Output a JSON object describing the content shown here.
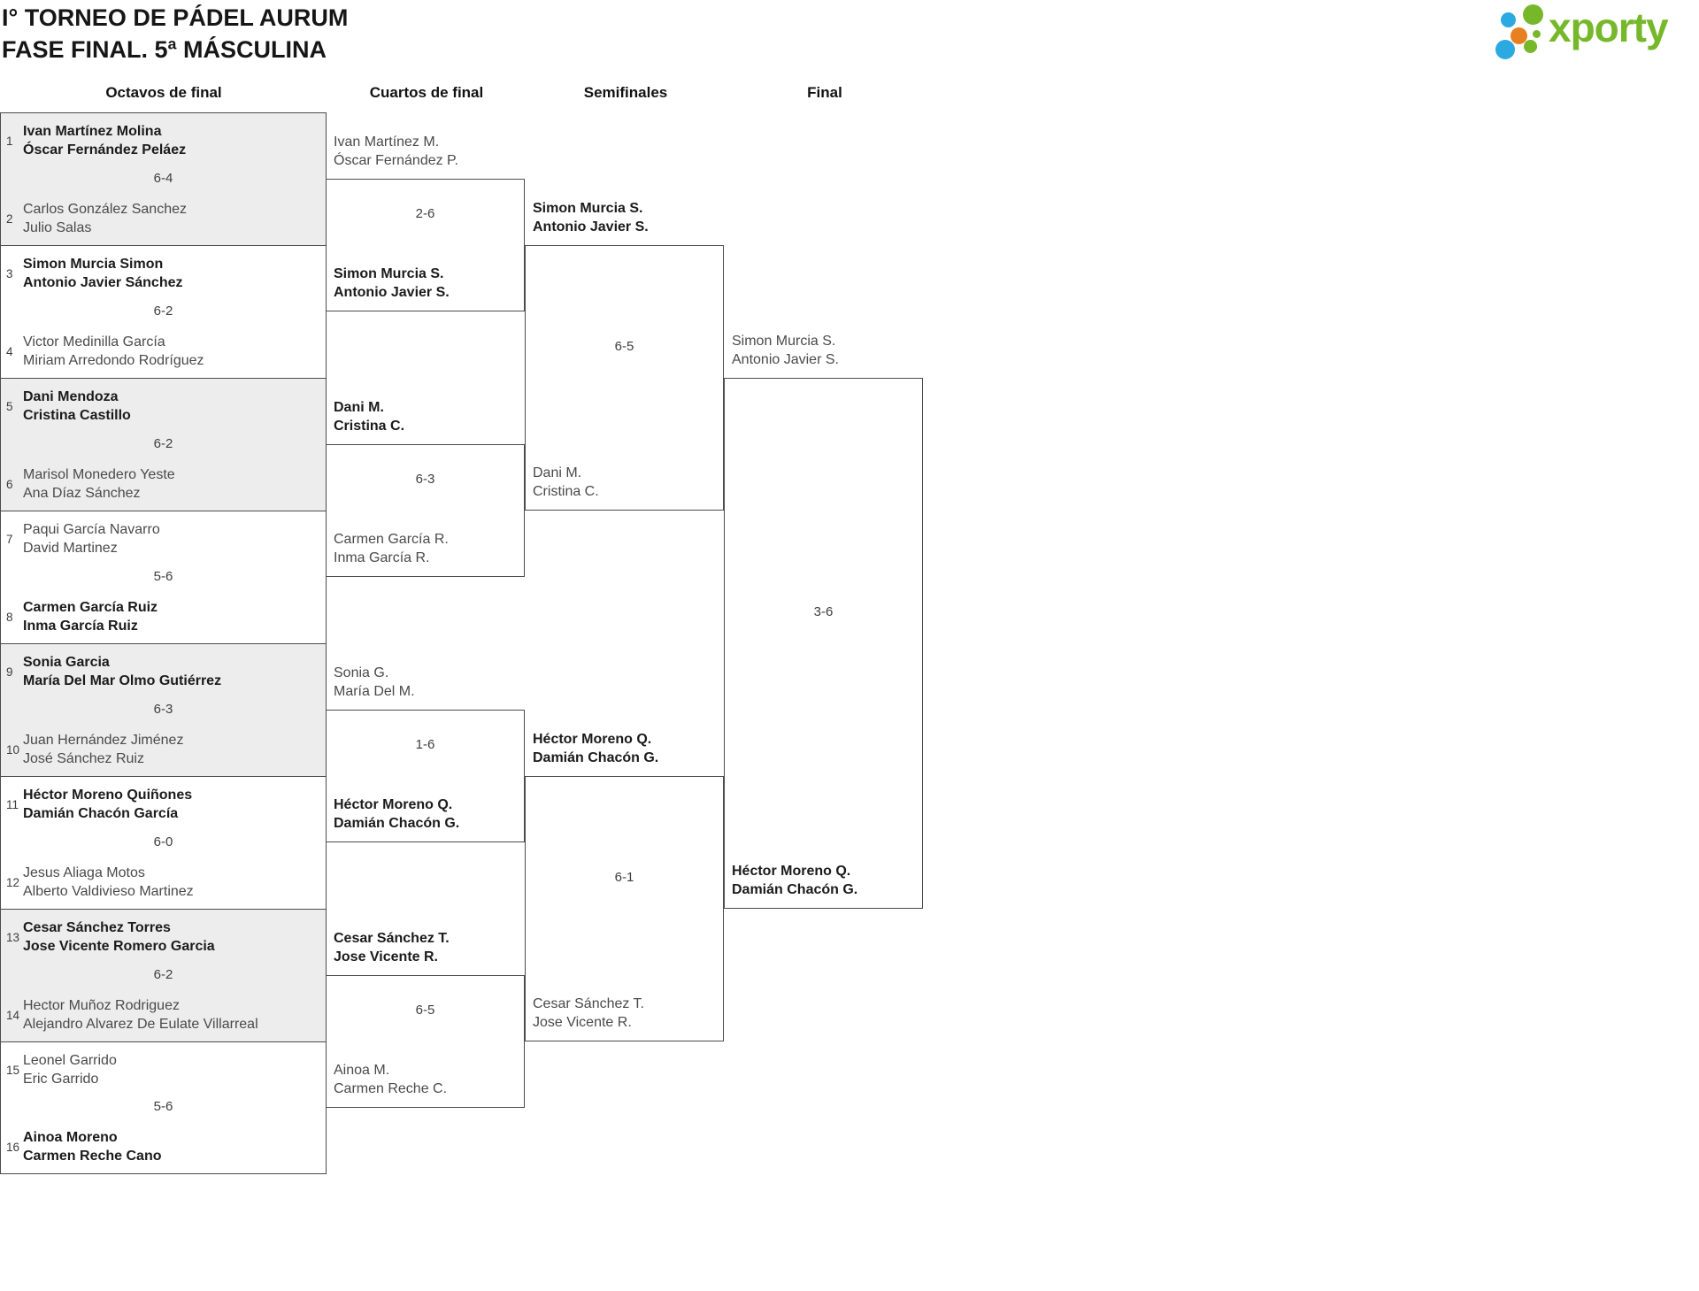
{
  "header": {
    "title_line1": "I° TORNEO DE PÁDEL AURUM",
    "title_line2": "FASE FINAL. 5ª MÁSCULINA"
  },
  "logo": {
    "text": "xporty",
    "colors": {
      "green": "#76b82a",
      "blue": "#2ba9e1",
      "orange": "#e8801f"
    }
  },
  "columns": [
    {
      "label": "Octavos de final"
    },
    {
      "label": "Cuartos de final"
    },
    {
      "label": "Semifinales"
    },
    {
      "label": "Final"
    }
  ],
  "bracket": {
    "round16": [
      {
        "shaded": true,
        "score": "6-4",
        "top": {
          "seed": "1",
          "players": [
            "Ivan Martínez Molina",
            "Óscar Fernández Peláez"
          ],
          "winner": true
        },
        "bottom": {
          "seed": "2",
          "players": [
            "Carlos González Sanchez",
            "Julio Salas"
          ],
          "winner": false
        }
      },
      {
        "shaded": false,
        "score": "6-2",
        "top": {
          "seed": "3",
          "players": [
            "Simon Murcia Simon",
            "Antonio Javier Sánchez"
          ],
          "winner": true
        },
        "bottom": {
          "seed": "4",
          "players": [
            "Victor Medinilla García",
            "Miriam Arredondo Rodríguez"
          ],
          "winner": false
        }
      },
      {
        "shaded": true,
        "score": "6-2",
        "top": {
          "seed": "5",
          "players": [
            "Dani Mendoza",
            "Cristina Castillo"
          ],
          "winner": true
        },
        "bottom": {
          "seed": "6",
          "players": [
            "Marisol Monedero Yeste",
            "Ana Díaz Sánchez"
          ],
          "winner": false
        }
      },
      {
        "shaded": false,
        "score": "5-6",
        "top": {
          "seed": "7",
          "players": [
            "Paqui García Navarro",
            "David Martinez"
          ],
          "winner": false
        },
        "bottom": {
          "seed": "8",
          "players": [
            "Carmen García Ruiz",
            "Inma García Ruiz"
          ],
          "winner": true
        }
      },
      {
        "shaded": true,
        "score": "6-3",
        "top": {
          "seed": "9",
          "players": [
            "Sonia Garcia",
            "María Del Mar Olmo Gutiérrez"
          ],
          "winner": true
        },
        "bottom": {
          "seed": "10",
          "players": [
            "Juan Hernández Jiménez",
            "José Sánchez Ruiz"
          ],
          "winner": false
        }
      },
      {
        "shaded": false,
        "score": "6-0",
        "top": {
          "seed": "11",
          "players": [
            "Héctor Moreno Quiñones",
            "Damián Chacón García"
          ],
          "winner": true
        },
        "bottom": {
          "seed": "12",
          "players": [
            "Jesus Aliaga Motos",
            "Alberto Valdivieso Martinez"
          ],
          "winner": false
        }
      },
      {
        "shaded": true,
        "score": "6-2",
        "top": {
          "seed": "13",
          "players": [
            "Cesar Sánchez Torres",
            "Jose Vicente Romero Garcia"
          ],
          "winner": true
        },
        "bottom": {
          "seed": "14",
          "players": [
            "Hector Muñoz Rodriguez",
            "Alejandro Alvarez De Eulate Villarreal"
          ],
          "winner": false
        }
      },
      {
        "shaded": false,
        "score": "5-6",
        "top": {
          "seed": "15",
          "players": [
            "Leonel Garrido",
            "Eric Garrido"
          ],
          "winner": false
        },
        "bottom": {
          "seed": "16",
          "players": [
            "Ainoa Moreno",
            "Carmen Reche Cano"
          ],
          "winner": true
        }
      }
    ],
    "quarterfinals": [
      {
        "score": "2-6",
        "top": {
          "players": [
            "Ivan Martínez M.",
            "Óscar Fernández P."
          ],
          "winner": false
        },
        "bottom": {
          "players": [
            "Simon Murcia S.",
            "Antonio Javier S."
          ],
          "winner": true
        }
      },
      {
        "score": "6-3",
        "top": {
          "players": [
            "Dani M.",
            "Cristina C."
          ],
          "winner": true
        },
        "bottom": {
          "players": [
            "Carmen García R.",
            "Inma García R."
          ],
          "winner": false
        }
      },
      {
        "score": "1-6",
        "top": {
          "players": [
            "Sonia G.",
            "María Del M."
          ],
          "winner": false
        },
        "bottom": {
          "players": [
            "Héctor Moreno Q.",
            "Damián Chacón G."
          ],
          "winner": true
        }
      },
      {
        "score": "6-5",
        "top": {
          "players": [
            "Cesar Sánchez T.",
            "Jose Vicente R."
          ],
          "winner": true
        },
        "bottom": {
          "players": [
            "Ainoa M.",
            "Carmen Reche C."
          ],
          "winner": false
        }
      }
    ],
    "semifinals": [
      {
        "score": "6-5",
        "top": {
          "players": [
            "Simon Murcia S.",
            "Antonio Javier S."
          ],
          "winner": true
        },
        "bottom": {
          "players": [
            "Dani M.",
            "Cristina C."
          ],
          "winner": false
        }
      },
      {
        "score": "6-1",
        "top": {
          "players": [
            "Héctor Moreno Q.",
            "Damián Chacón G."
          ],
          "winner": true
        },
        "bottom": {
          "players": [
            "Cesar Sánchez T.",
            "Jose Vicente R."
          ],
          "winner": false
        }
      }
    ],
    "final": [
      {
        "score": "3-6",
        "top": {
          "players": [
            "Simon Murcia S.",
            "Antonio Javier S."
          ],
          "winner": false
        },
        "bottom": {
          "players": [
            "Héctor Moreno Q.",
            "Damián Chacón G."
          ],
          "winner": true
        }
      }
    ]
  }
}
